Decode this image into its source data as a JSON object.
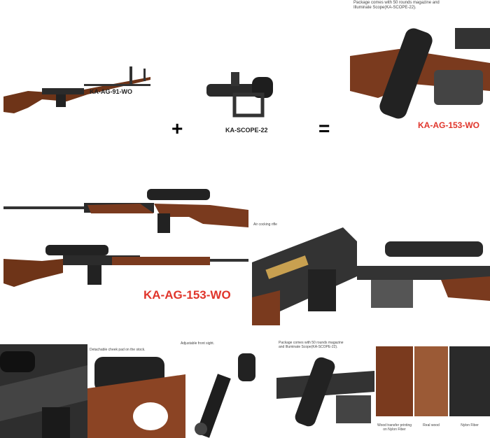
{
  "top": {
    "rifle_label": "KA-AG-91-WO",
    "plus": "+",
    "scope_label": "KA-SCOPE-22",
    "equals": "=",
    "package_caption": "Package comes with 50 rounds magazine and Illuminate Scope(KA-SCOPE-22).",
    "result_label": "KA-AG-153-WO"
  },
  "middle": {
    "air_caption": "Air cocking rifle",
    "product_label": "KA-AG-153-WO"
  },
  "bottom": {
    "cheek_caption": "Detachable cheek pad on the stock.",
    "sight_caption": "Adjustable front sight.",
    "package_caption": "Package comes with 50 rounds magazine and Illuminate Scope(KA-SCOPE-22).",
    "stock_captions": [
      "Wood transfer printing on Nylon Fiber",
      "Real wood",
      "Nylon Fiber"
    ]
  },
  "colors": {
    "accent_red": "#e0352b",
    "wood": "#7a3a1e",
    "metal": "#2a2a2a"
  }
}
